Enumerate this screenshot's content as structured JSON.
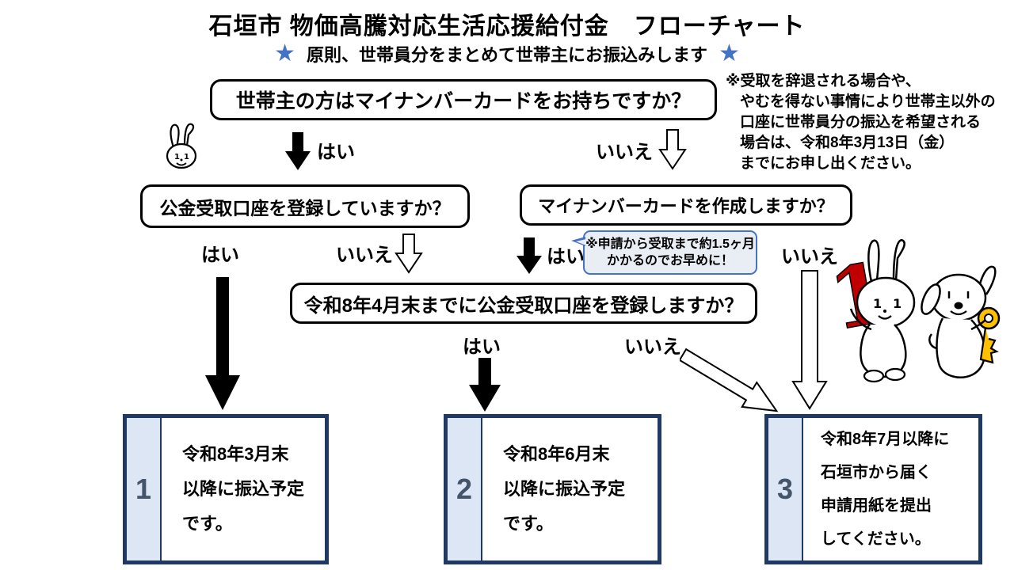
{
  "title": "石垣市 物価高騰対応生活応援給付金　フローチャート",
  "subtitle": {
    "star": "★",
    "text": "原則、世帯員分をまとめて世帯主にお振込みします"
  },
  "side_note": {
    "lines": [
      "※受取を辞退される場合や、",
      "やむを得ない事情により世帯主以外の",
      "口座に世帯員分の振込を希望される",
      "場合は、令和8年3月13日（金）",
      "までにお申し出ください。"
    ]
  },
  "questions": {
    "q1": "世帯主の方はマイナンバーカードをお持ちですか？",
    "q2": "公金受取口座を登録していますか？",
    "q3": "マイナンバーカードを作成しますか？",
    "q4": "令和8年4月末までに公金受取口座を登録しますか？"
  },
  "labels": {
    "yes": "はい",
    "no": "いいえ"
  },
  "callout": {
    "line1": "※申請から受取まで約1.5ヶ月",
    "line2": "かかるのでお早めに！"
  },
  "results": [
    {
      "number": "1",
      "text": "令和8年3月末\n以降に振込予定\nです。"
    },
    {
      "number": "2",
      "text": "令和8年6月末\n以降に振込予定\nです。"
    },
    {
      "number": "3",
      "text": "令和8年7月以降に\n石垣市から届く\n申請用紙を提出\nしてください。"
    }
  ],
  "mascots": {
    "rabbit_item": "1",
    "rabbit_description": "white rabbit mascot holding red number 1",
    "dog_description": "white dog mascot holding yellow key"
  },
  "colors": {
    "star_blue": "#4472C4",
    "result_border_navy": "#1F3864",
    "result_strip_blue": "#DCE6F4",
    "result_number_blue": "#44546A",
    "callout_bg": "#E9EDF4",
    "callout_border": "#4472C4",
    "mascot_red": "#C00000",
    "mascot_yellow": "#FFC000"
  }
}
